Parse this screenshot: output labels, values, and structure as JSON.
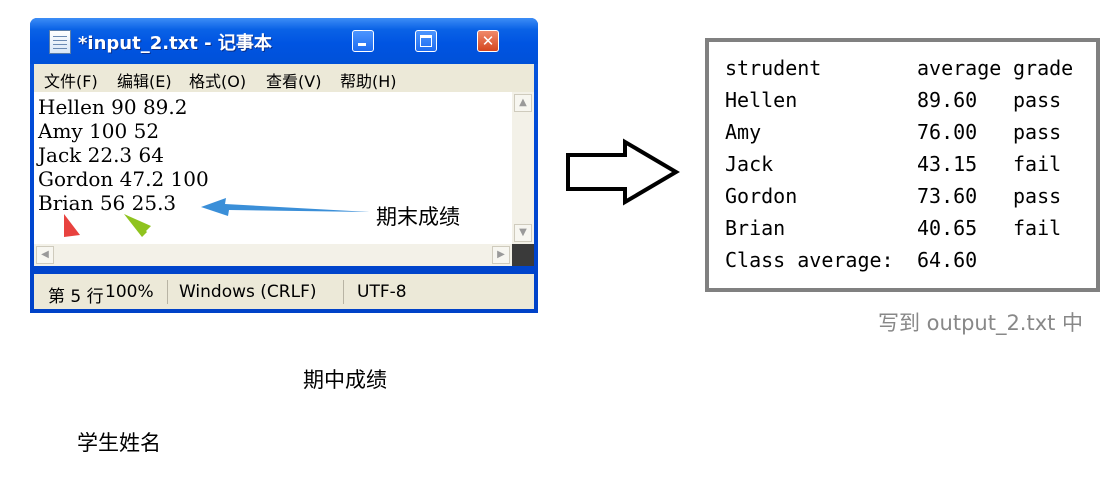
{
  "notepad": {
    "title": "*input_2.txt - 记事本",
    "buttons": {
      "minimize": "",
      "maximize": "",
      "close": "✕"
    },
    "menu": [
      "文件(F)",
      "编辑(E)",
      "格式(O)",
      "查看(V)",
      "帮助(H)"
    ],
    "lines": [
      "Hellen 90 89.2",
      "Amy 100 52",
      "Jack 22.3 64",
      "Gordon 47.2 100",
      "Brian 56 25.3"
    ],
    "status": {
      "position": "第 5 行",
      "zoom": "100%",
      "line_ending": "Windows (CRLF)",
      "encoding": "UTF-8"
    }
  },
  "output": {
    "header": {
      "student": "strudent",
      "average": "average",
      "grade": "grade"
    },
    "rows": [
      {
        "name": "Hellen",
        "average": "89.60",
        "grade": "pass"
      },
      {
        "name": "Amy",
        "average": "76.00",
        "grade": "pass"
      },
      {
        "name": "Jack",
        "average": "43.15",
        "grade": "fail"
      },
      {
        "name": "Gordon",
        "average": "73.60",
        "grade": "pass"
      },
      {
        "name": "Brian",
        "average": "40.65",
        "grade": "fail"
      }
    ],
    "class_average_label": "Class average:",
    "class_average_value": "64.60",
    "caption": "写到 output_2.txt 中"
  },
  "annotations": {
    "final_score": "期末成绩",
    "midterm_score": "期中成绩",
    "student_name": "学生姓名",
    "colors": {
      "final_arrow": "#3b8fd8",
      "midterm_arrow": "#8fc31f",
      "name_arrow": "#e8423f"
    }
  }
}
